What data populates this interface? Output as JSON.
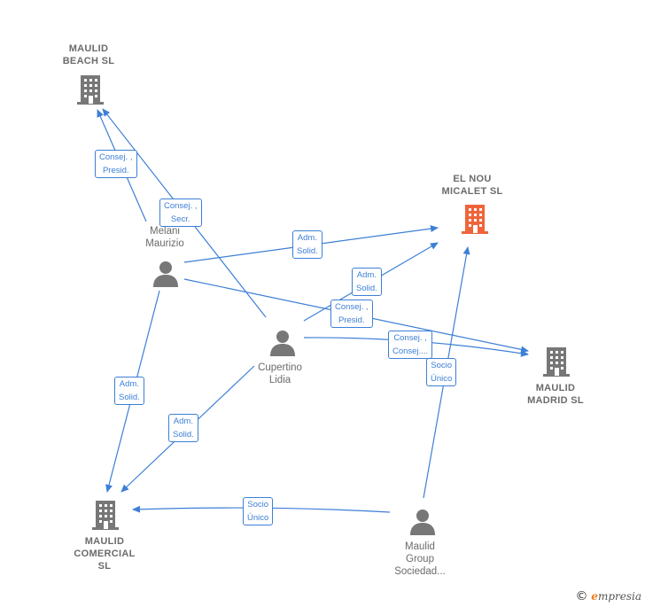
{
  "colors": {
    "edge": "#3d7fd6",
    "building": "#777777",
    "building_highlight": "#f0643a",
    "person": "#777777"
  },
  "nodes": {
    "maulid_beach": {
      "label": "MAULID\nBEACH  SL",
      "icon": "building-icon"
    },
    "el_nou": {
      "label": "EL NOU\nMICALET  SL",
      "icon": "building-icon"
    },
    "melani": {
      "label": "Melani\nMaurizio",
      "icon": "person-icon"
    },
    "cupertino": {
      "label": "Cupertino\nLidia",
      "icon": "person-icon"
    },
    "maulid_madrid": {
      "label": "MAULID\nMADRID  SL",
      "icon": "building-icon"
    },
    "maulid_comercial": {
      "label": "MAULID\nCOMERCIAL\nSL",
      "icon": "building-icon"
    },
    "maulid_group": {
      "label": "Maulid\nGroup\nSociedad...",
      "icon": "person-icon"
    }
  },
  "edges": {
    "e1": "Consej. ,\nPresid.",
    "e2": "Consej. ,\nSecr.",
    "e3": "Adm.\nSolid.",
    "e4": "Adm.\nSolid.",
    "e5": "Consej. ,\nPresid.",
    "e6": "Consej. ,\nConsej....",
    "e7": "Socio\nÚnico",
    "e8": "Adm.\nSolid.",
    "e9": "Adm.\nSolid.",
    "e10": "Socio\nÚnico"
  },
  "brand": {
    "copyright": "©",
    "name": "mpresia",
    "initial": "e"
  }
}
